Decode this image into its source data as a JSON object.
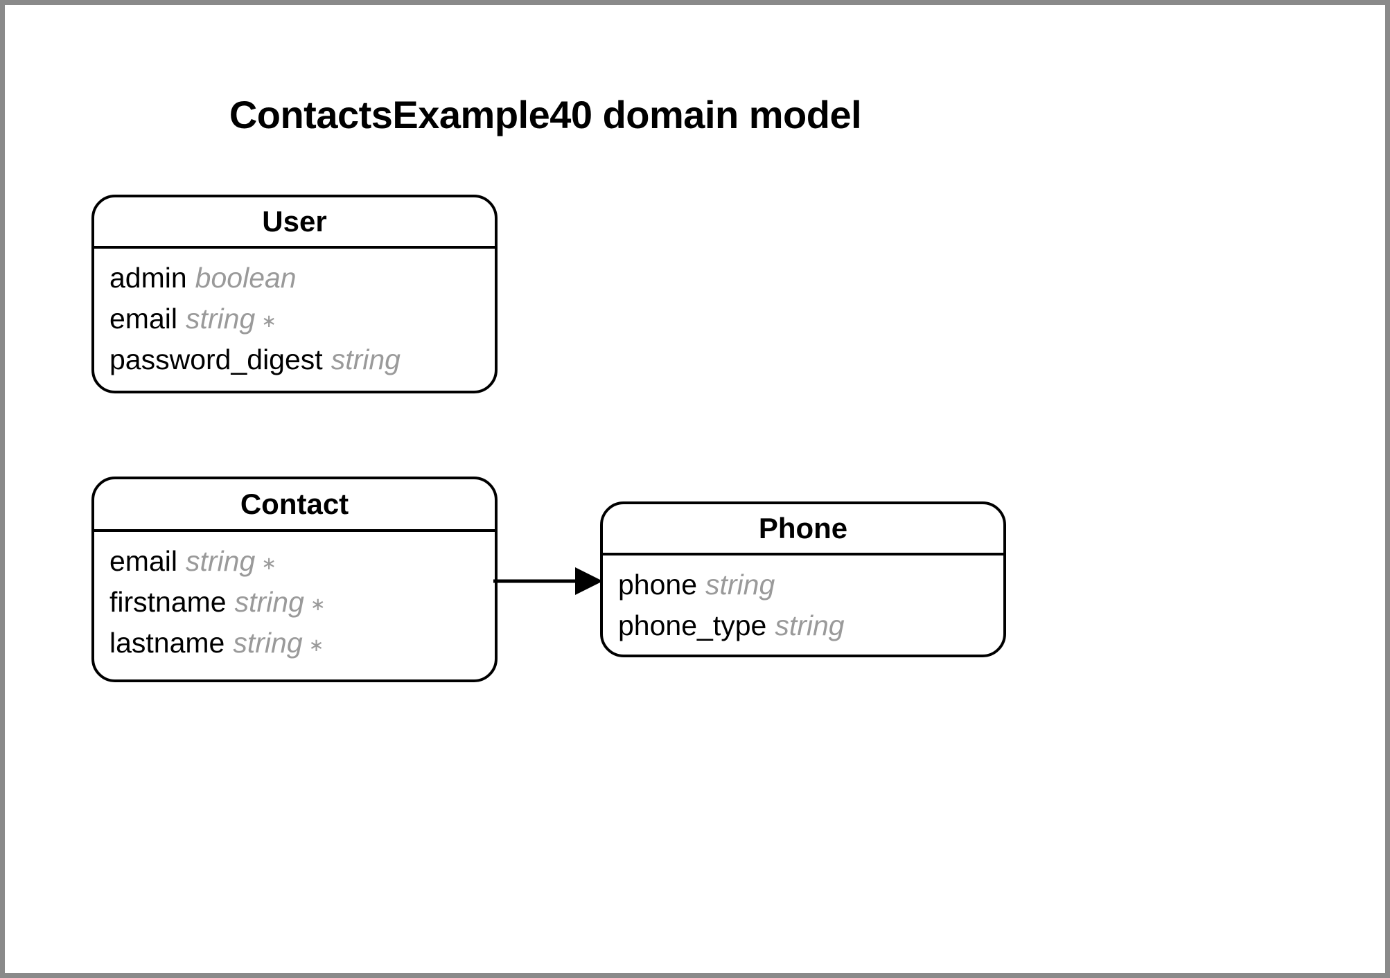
{
  "diagram": {
    "title": "ContactsExample40 domain model",
    "type": "uml-class-diagram",
    "colors": {
      "frame_border": "#8a8a8a",
      "canvas": "#ffffff",
      "entity_border": "#000000",
      "attribute_name": "#000000",
      "attribute_type": "#9a9a9a",
      "arrow": "#000000"
    },
    "entities": [
      {
        "name": "User",
        "attributes": [
          {
            "name": "admin",
            "type": "boolean",
            "required": ""
          },
          {
            "name": "email",
            "type": "string",
            "required": "∗"
          },
          {
            "name": "password_digest",
            "type": "string",
            "required": ""
          }
        ]
      },
      {
        "name": "Contact",
        "attributes": [
          {
            "name": "email",
            "type": "string",
            "required": "∗"
          },
          {
            "name": "firstname",
            "type": "string",
            "required": "∗"
          },
          {
            "name": "lastname",
            "type": "string",
            "required": "∗"
          }
        ]
      },
      {
        "name": "Phone",
        "attributes": [
          {
            "name": "phone",
            "type": "string",
            "required": ""
          },
          {
            "name": "phone_type",
            "type": "string",
            "required": ""
          }
        ]
      }
    ],
    "relationships": [
      {
        "from": "Contact",
        "to": "Phone",
        "style": "directed-association",
        "label": ""
      }
    ]
  }
}
